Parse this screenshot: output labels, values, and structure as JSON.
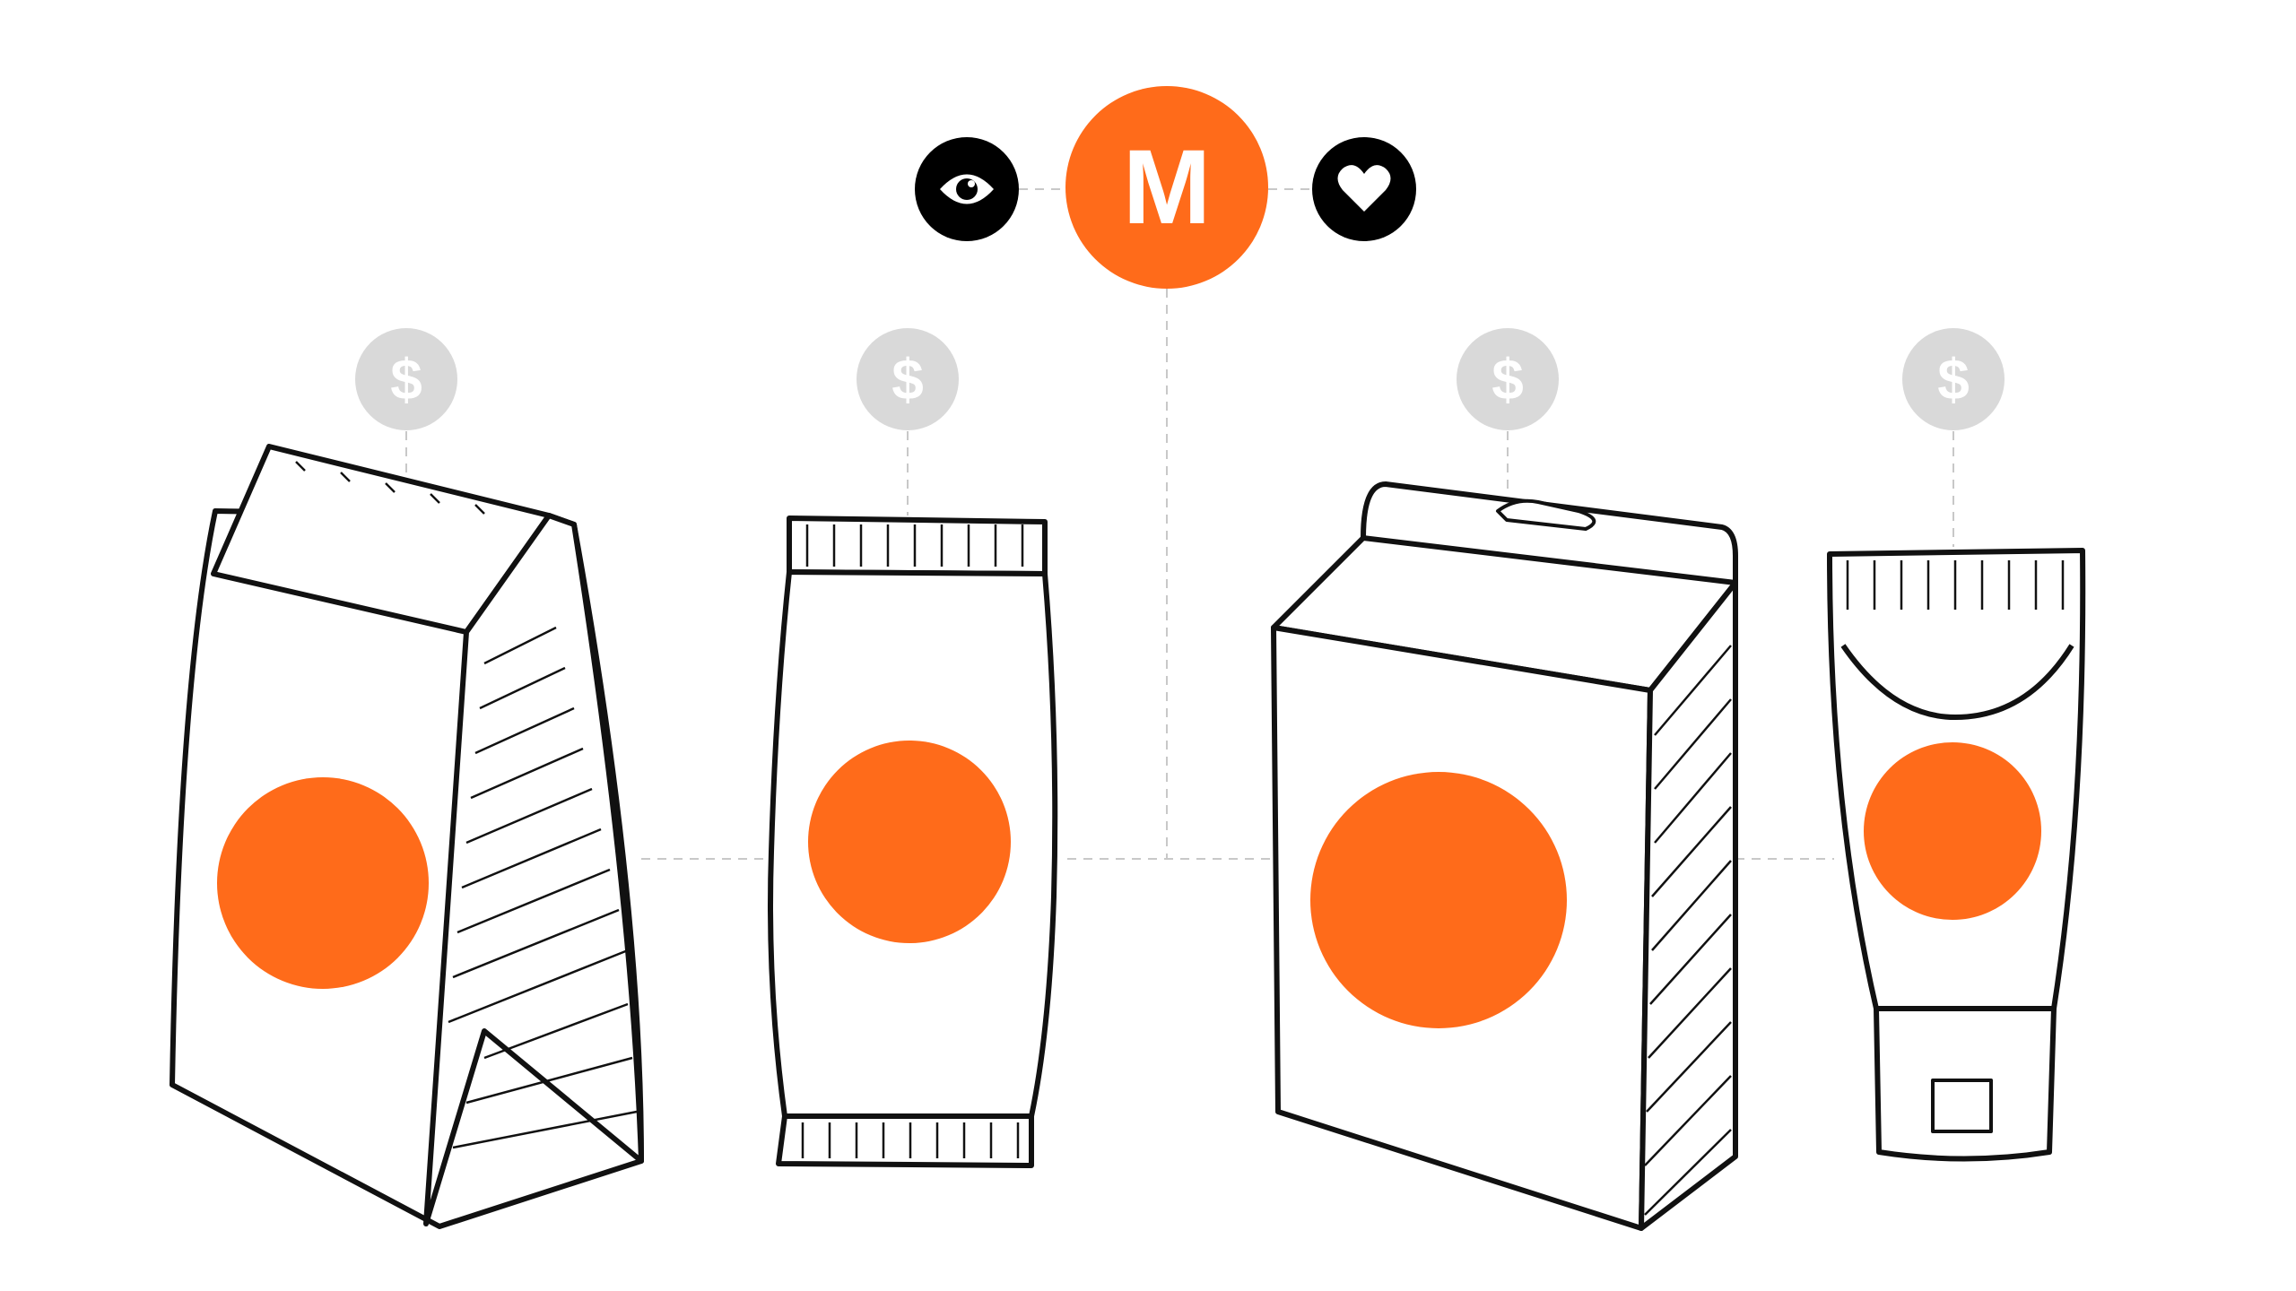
{
  "colors": {
    "accent": "#FF6B1A",
    "icon_dark": "#000000",
    "price_circle": "#D9D9D9",
    "connector": "#C8C8C8",
    "ink": "#111111"
  },
  "hub": {
    "brand_letter": "M",
    "left_icon": "eye-icon",
    "right_icon": "heart-icon"
  },
  "products": [
    {
      "name": "paper-bag",
      "price_symbol": "$"
    },
    {
      "name": "flow-pack-pouch",
      "price_symbol": "$"
    },
    {
      "name": "hang-tab-box",
      "price_symbol": "$"
    },
    {
      "name": "squeeze-tube",
      "price_symbol": "$"
    }
  ]
}
